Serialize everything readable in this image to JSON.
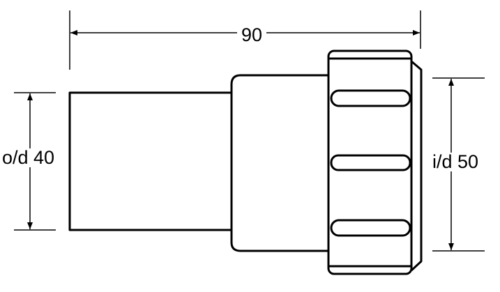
{
  "dimensions": {
    "length_label": "90",
    "outer_diameter_label": "o/d 40",
    "inner_diameter_label": "i/d 50"
  },
  "colors": {
    "line": "#000000",
    "background": "#ffffff"
  }
}
